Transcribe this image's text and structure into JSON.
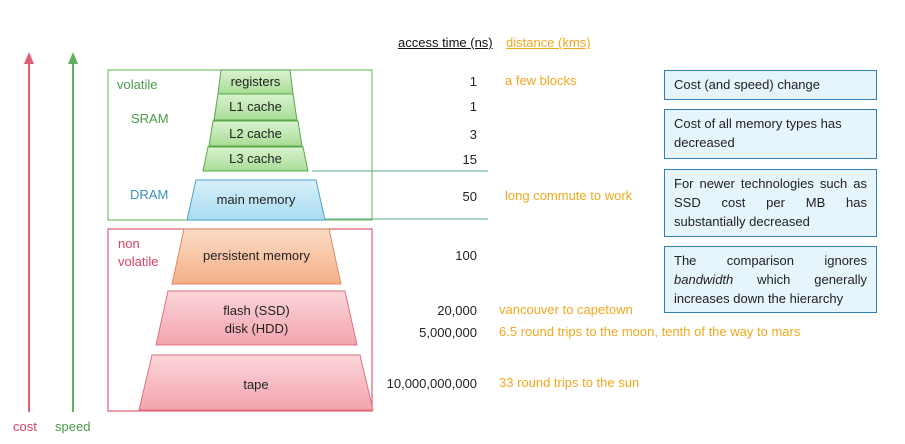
{
  "header": {
    "access_time": "access time (ns)",
    "distance": "distance (kms)"
  },
  "arrows": {
    "cost": "cost",
    "speed": "speed"
  },
  "groups": {
    "volatile": "volatile",
    "sram": "SRAM",
    "dram": "DRAM",
    "non_volatile_1": "non",
    "non_volatile_2": "volatile"
  },
  "levels": [
    {
      "name": "registers",
      "access_ns": "1",
      "distance": "a few blocks"
    },
    {
      "name": "L1 cache",
      "access_ns": "1",
      "distance": ""
    },
    {
      "name": "L2 cache",
      "access_ns": "3",
      "distance": ""
    },
    {
      "name": "L3 cache",
      "access_ns": "15",
      "distance": ""
    },
    {
      "name": "main memory",
      "access_ns": "50",
      "distance": "long commute to work"
    },
    {
      "name": "persistent memory",
      "access_ns": "100",
      "distance": ""
    },
    {
      "name": "flash (SSD)",
      "access_ns": "20,000",
      "distance": "vancouver to capetown"
    },
    {
      "name": "disk (HDD)",
      "access_ns": "5,000,000",
      "distance": "6.5 round trips to the moon, tenth of the way to mars"
    },
    {
      "name": "tape",
      "access_ns": "10,000,000,000",
      "distance": "33 round trips to the sun"
    }
  ],
  "notes": [
    {
      "text": "Cost (and speed) change"
    },
    {
      "text": "Cost of all memory types has decreased"
    },
    {
      "text": "For newer technologies such as SSD cost per MB has substantially decreased"
    },
    {
      "pre": "The comparison ignores ",
      "em": "bandwidth",
      "post": " which generally increases down the hierarchy"
    }
  ],
  "colors": {
    "green_fill": "#bfe9b0",
    "green_stroke": "#5aa84a",
    "blue_fill": "#bfe6f6",
    "blue_stroke": "#4aa0d0",
    "orange_fill": "#f9c9a8",
    "orange_stroke": "#e08a60",
    "pink_fill": "#f8c2c8",
    "pink_stroke": "#e07080",
    "cost_arrow": "#e06070",
    "speed_arrow": "#60b060",
    "distance_text": "#f0a81e"
  }
}
